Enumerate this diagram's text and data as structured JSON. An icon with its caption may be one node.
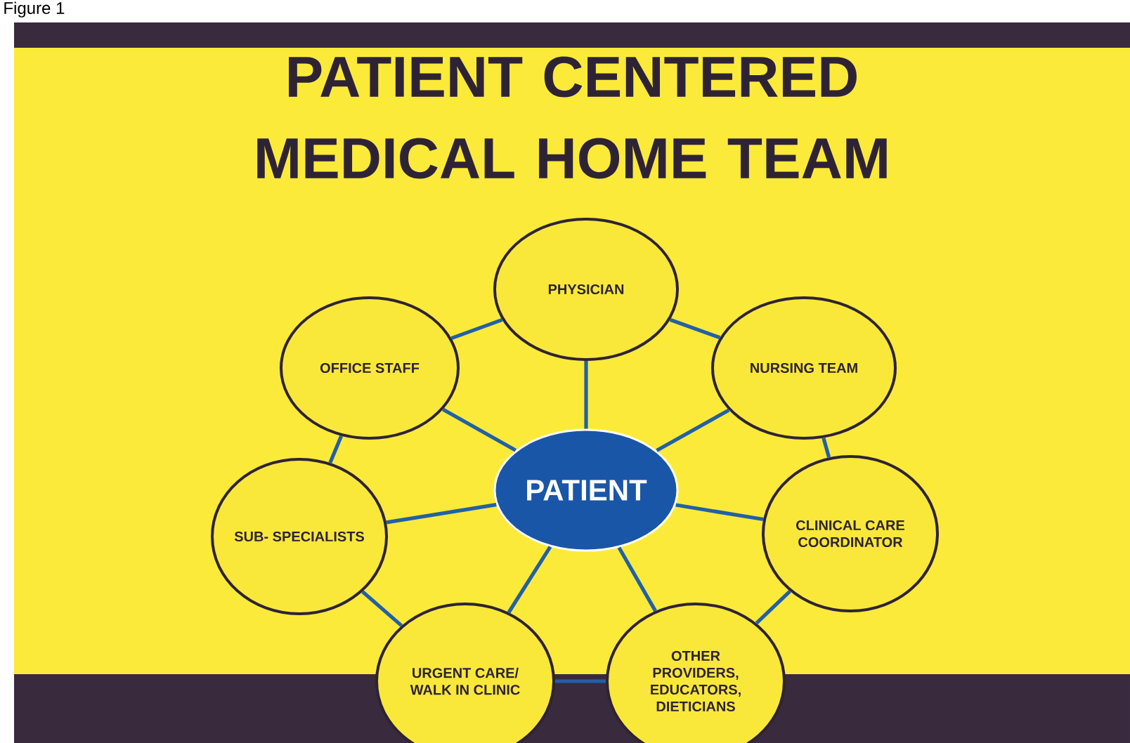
{
  "diagram": {
    "title": "PATIENT CENTERED MEDICAL HOME TEAM",
    "nodes": [
      {
        "text": [
          "PHYSICIAN"
        ]
      },
      {
        "text": [
          "OFFICE STAFF"
        ]
      },
      {
        "text": [
          "NURSING TEAM"
        ]
      },
      {
        "text": [
          "PATIENT"
        ]
      },
      {
        "text": [
          "SUB- SPECIALISTS"
        ]
      },
      {
        "text": [
          "CLINICAL CARE COORDINATOR"
        ]
      },
      {
        "text": [
          "URGENT CARE/ WALK IN CLINIC"
        ]
      },
      {
        "text": [
          "OTHER PROVIDERS, EDUCATORS, DIETICIANS"
        ]
      }
    ],
    "edges": [
      {
        "from": 3,
        "to": 0,
        "arrow": "none"
      },
      {
        "from": 3,
        "to": 2,
        "arrow": "none"
      },
      {
        "from": 3,
        "to": 5,
        "arrow": "none"
      },
      {
        "from": 3,
        "to": 7,
        "arrow": "none"
      },
      {
        "from": 3,
        "to": 6,
        "arrow": "none"
      },
      {
        "from": 3,
        "to": 4,
        "arrow": "none"
      },
      {
        "from": 3,
        "to": 1,
        "arrow": "none"
      },
      {
        "from": 0,
        "to": 2,
        "arrow": "none"
      },
      {
        "from": 2,
        "to": 5,
        "arrow": "none"
      },
      {
        "from": 5,
        "to": 7,
        "arrow": "none"
      },
      {
        "from": 7,
        "to": 6,
        "arrow": "none"
      },
      {
        "from": 6,
        "to": 4,
        "arrow": "none"
      },
      {
        "from": 4,
        "to": 1,
        "arrow": "none"
      },
      {
        "from": 1,
        "to": 0,
        "arrow": "none"
      }
    ],
    "labels": [
      "Figure 1"
    ]
  }
}
